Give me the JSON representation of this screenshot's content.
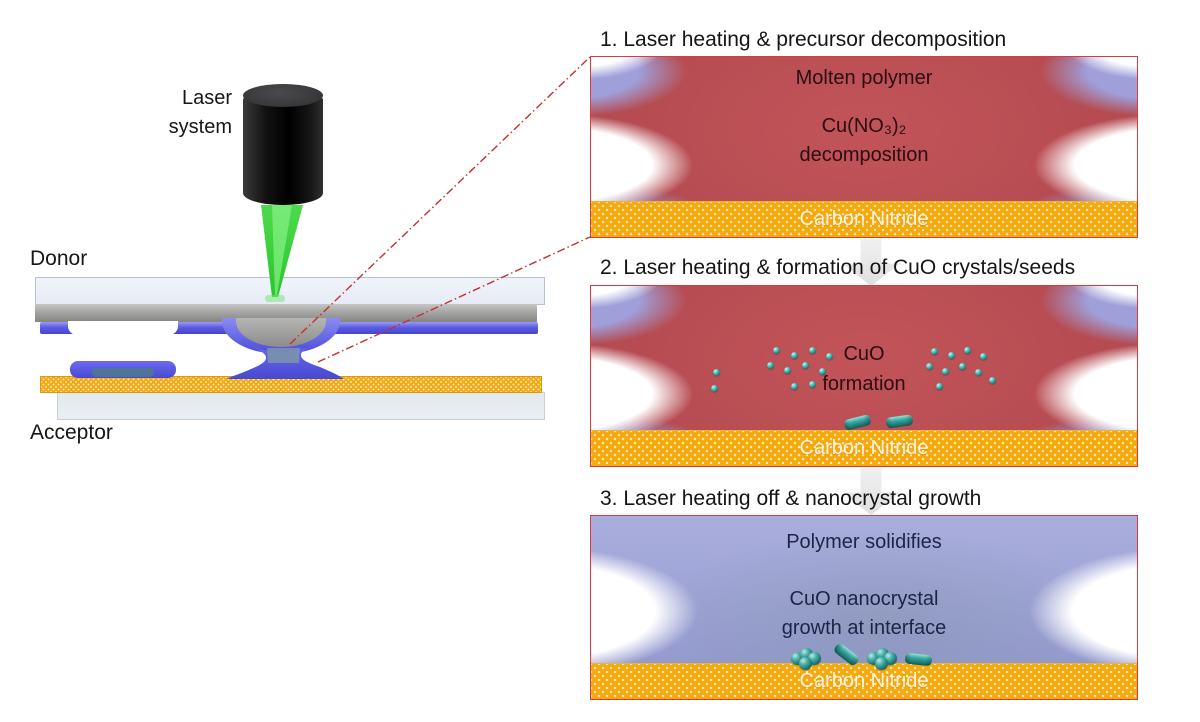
{
  "figure": {
    "left": {
      "laser_label": "Laser system",
      "donor_label": "Donor",
      "acceptor_label": "Acceptor"
    },
    "steps": [
      {
        "title": "1. Laser heating & precursor decomposition",
        "line1": "Molten polymer",
        "line2": "Cu(NO₃)₂",
        "line3": "decomposition",
        "substrate": "Carbon Nitride"
      },
      {
        "title": "2. Laser heating & formation of CuO crystals/seeds",
        "line1": "CuO",
        "line2": "formation",
        "substrate": "Carbon Nitride"
      },
      {
        "title": "3. Laser heating off & nanocrystal growth",
        "line1": "Polymer solidifies",
        "line2": "CuO nanocrystal",
        "line3": "growth at interface",
        "substrate": "Carbon Nitride"
      }
    ],
    "colors": {
      "laser_beam_green": "#2ecc2e",
      "polymer_blue": "#5c5de2",
      "melt_red": "#b44b51",
      "solid_polymer_blue": "#9aa0d4",
      "substrate_orange": "#f6a90b",
      "nanocrystal_teal": "#2d9a98",
      "connector_red": "#c62f2f",
      "panel_border_red": "#da3a3a"
    }
  }
}
